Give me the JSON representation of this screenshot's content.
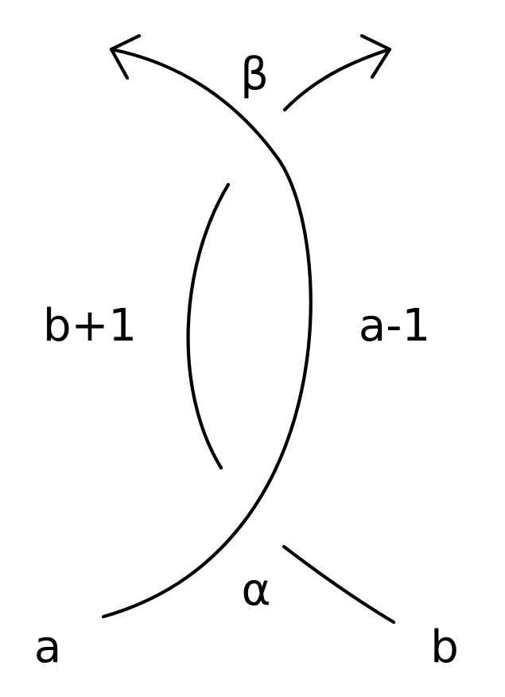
{
  "labels": {
    "top_crossing": "β",
    "bottom_crossing": "α",
    "left_region": "b+1",
    "right_region": "a-1",
    "bottom_left_strand": "a",
    "bottom_right_strand": "b"
  },
  "colors": {
    "stroke": "#000000",
    "background": "#ffffff"
  }
}
